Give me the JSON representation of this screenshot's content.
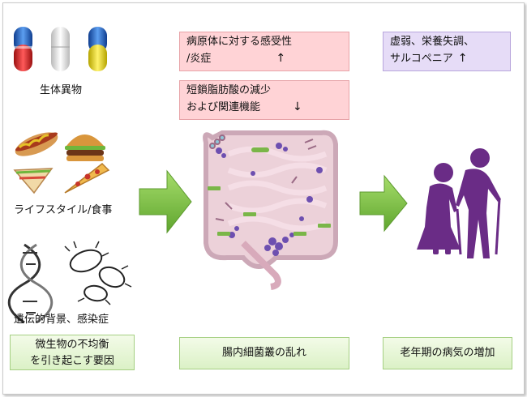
{
  "left_column": {
    "xenobiotics": "生体異物",
    "lifestyle_diet": "ライフスタイル/食事",
    "genetics_infection": "遺伝的背景、感染症",
    "cause_line1": "微生物の不均衡",
    "cause_line2": "を引き起こす要因"
  },
  "middle_column": {
    "pathogen_line1": "病原体に対する感受性",
    "pathogen_line2": "/炎症",
    "scfa_line1": "短鎖脂肪酸の減少",
    "scfa_line2": "および関連機能",
    "dysbiosis": "腸内細菌叢の乱れ"
  },
  "right_column": {
    "frailty_line1": "虚弱、栄養失調、",
    "frailty_line2": "サルコペニア",
    "old_age_disease": "老年期の病気の増加"
  },
  "arrows": {
    "up": "↑",
    "down": "↓"
  },
  "colors": {
    "arrow_green": "#7cc243",
    "elderly_purple": "#6a2c86",
    "pink_box": "#ffd3d6",
    "lavender_box": "#e6dcf7",
    "green_box": "#dbf1c6"
  }
}
